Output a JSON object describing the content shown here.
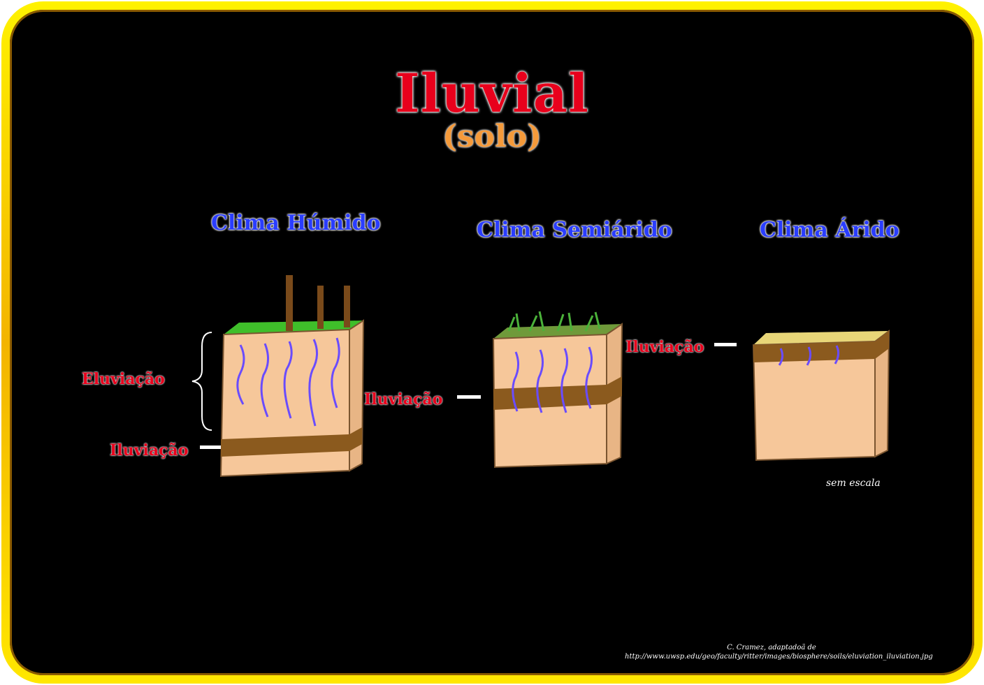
{
  "title": "Iluvial",
  "subtitle": "(solo)",
  "climates": {
    "humid": "Clima Húmido",
    "semiarid": "Clima Semiárido",
    "arid": "Clima Árido"
  },
  "labels": {
    "eluviation": "Eluviação",
    "illuviation_humid": "Iluviação",
    "illuviation_semiarid": "Iluviação",
    "illuviation_arid": "Iluviação"
  },
  "scale_note": "sem escala",
  "credit": {
    "line1": "C. Cramez, adaptadoã de",
    "line2": "http://www.uwsp.edu/geo/faculty/ritter/images/biosphere/soils/eluviation_iluviation.jpg"
  },
  "colors": {
    "title": "#e8001c",
    "subtitle": "#f59a3a",
    "climate": "#2a3dff",
    "soil": "#f6c79a",
    "illuvial_band": "#8b5a1e",
    "grass": "#3fbf2a",
    "arrows": "#6a4cff"
  }
}
